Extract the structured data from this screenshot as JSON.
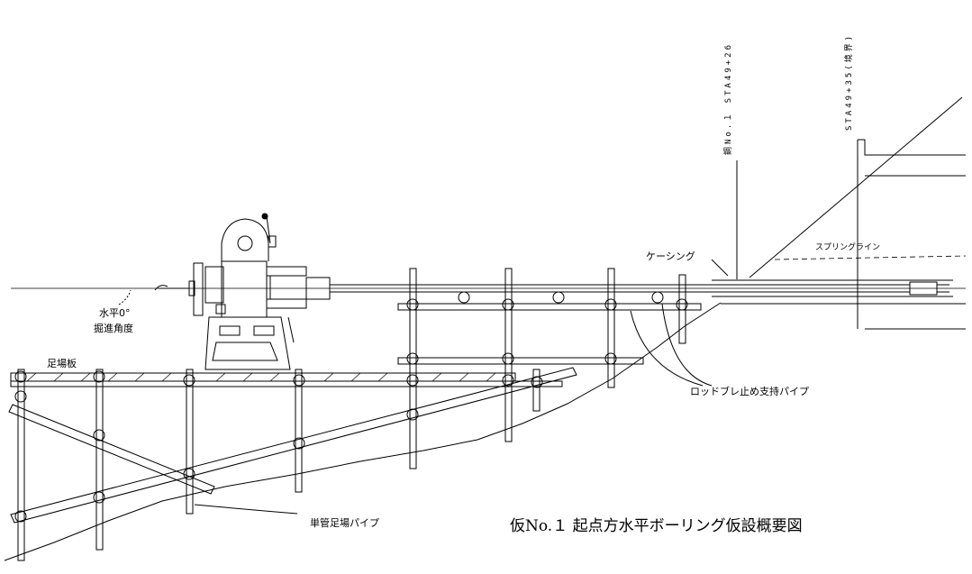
{
  "labels": {
    "level_angle": "水平0°",
    "drilling_angle": "掘進角度",
    "scaffold_board": "足場板",
    "casing": "ケーシング",
    "spring_line": "スプリングライン",
    "rod_support_pipe": "ロッドブレ止め支持パイプ",
    "single_pipe_scaffold": "単管足場パイプ",
    "sta_start": "鋼No.１ STA49+26",
    "sta_end": "STA49+35(境界)"
  },
  "title": "仮No.１ 起点方水平ボーリング仮設概要図"
}
